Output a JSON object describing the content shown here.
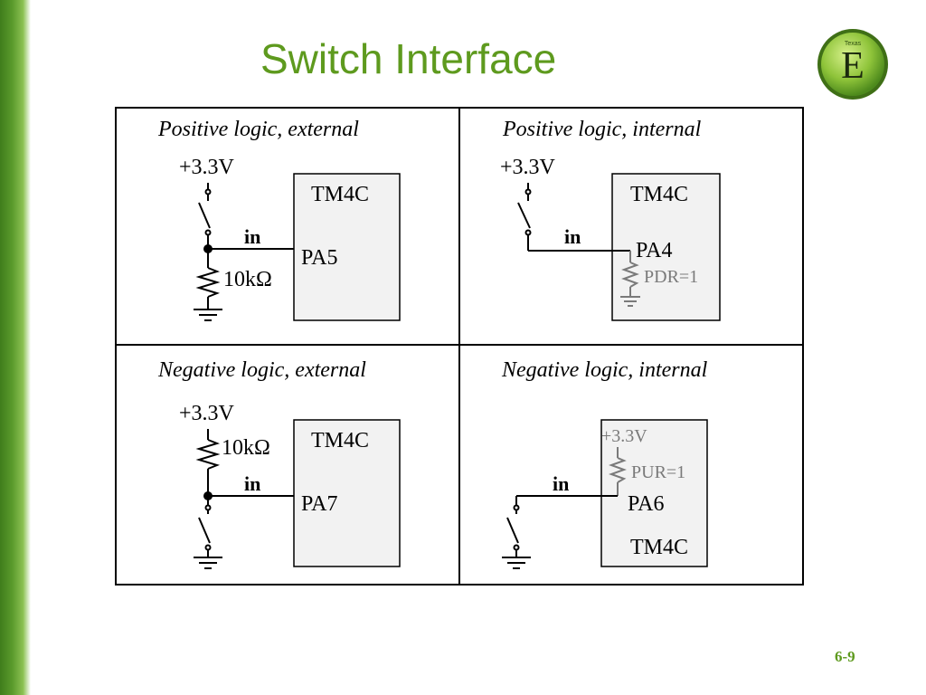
{
  "slide": {
    "title": "Switch Interface",
    "page_number": "6-9",
    "logo_letter": "E",
    "logo_text": "Texas"
  },
  "panels": {
    "pos_ext": {
      "heading": "Positive logic, external",
      "supply": "+3.3V",
      "chip": "TM4C",
      "signal": "in",
      "pin": "PA5",
      "resistor": "10kΩ"
    },
    "pos_int": {
      "heading": "Positive logic, internal",
      "supply": "+3.3V",
      "chip": "TM4C",
      "signal": "in",
      "pin": "PA4",
      "internal": "PDR=1"
    },
    "neg_ext": {
      "heading": "Negative logic, external",
      "supply": "+3.3V",
      "chip": "TM4C",
      "signal": "in",
      "pin": "PA7",
      "resistor": "10kΩ"
    },
    "neg_int": {
      "heading": "Negative logic, internal",
      "supply": "+3.3V",
      "chip": "TM4C",
      "signal": "in",
      "pin": "PA6",
      "internal": "PUR=1"
    }
  },
  "colors": {
    "title": "#5e9a1e",
    "chip_fill": "#f2f2f2",
    "internal_text": "#7a7a7a"
  }
}
